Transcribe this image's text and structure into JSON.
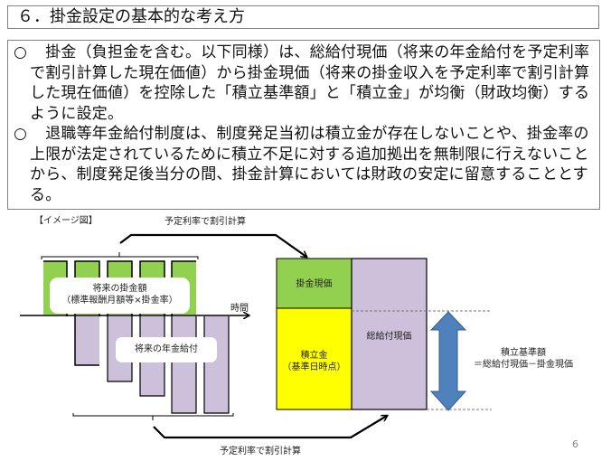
{
  "title": "６．掛金設定の基本的な考え方",
  "bullets": [
    {
      "mark": "○",
      "text": "　掛金（負担金を含む。以下同様）は、総給付現価（将来の年金給付を予定利率で割引計算した現在価値）から掛金現価（将来の掛金収入を予定利率で割引計算した現在価値）を控除した「積立基準額」と「積立金」が均衡（財政均衡）するように設定。"
    },
    {
      "mark": "○",
      "text": "　退職等年金給付制度は、制度発足当初は積立金が存在しないことや、掛金率の上限が法定されているために積立不足に対する追加拠出を無制限に行えないことから、制度発足後当分の間、掛金計算においては財政の安定に留意することとする。"
    }
  ],
  "diagram": {
    "caption": "【イメージ図】",
    "top_arrow_label": "予定利率で割引計算",
    "bottom_arrow_label": "予定利率で割引計算",
    "time_axis_label": "時間",
    "contributions_label_line1": "将来の掛金額",
    "contributions_label_line2": "（標準報酬月額等×掛金率）",
    "benefits_label": "将来の年金給付",
    "box": {
      "contribution_pv": "掛金現価",
      "reserve_line1": "積立金",
      "reserve_line2": "（基準日時点）",
      "total_benefit_pv": "総給付現価"
    },
    "reserve_standard_line1": "積立基準額",
    "reserve_standard_line2": "＝総給付現価－掛金現価",
    "colors": {
      "green": "#92d050",
      "purple": "#ccc0da",
      "yellow": "#ffff00",
      "arrow_blue": "#4f81bd"
    }
  },
  "page_number": "6"
}
